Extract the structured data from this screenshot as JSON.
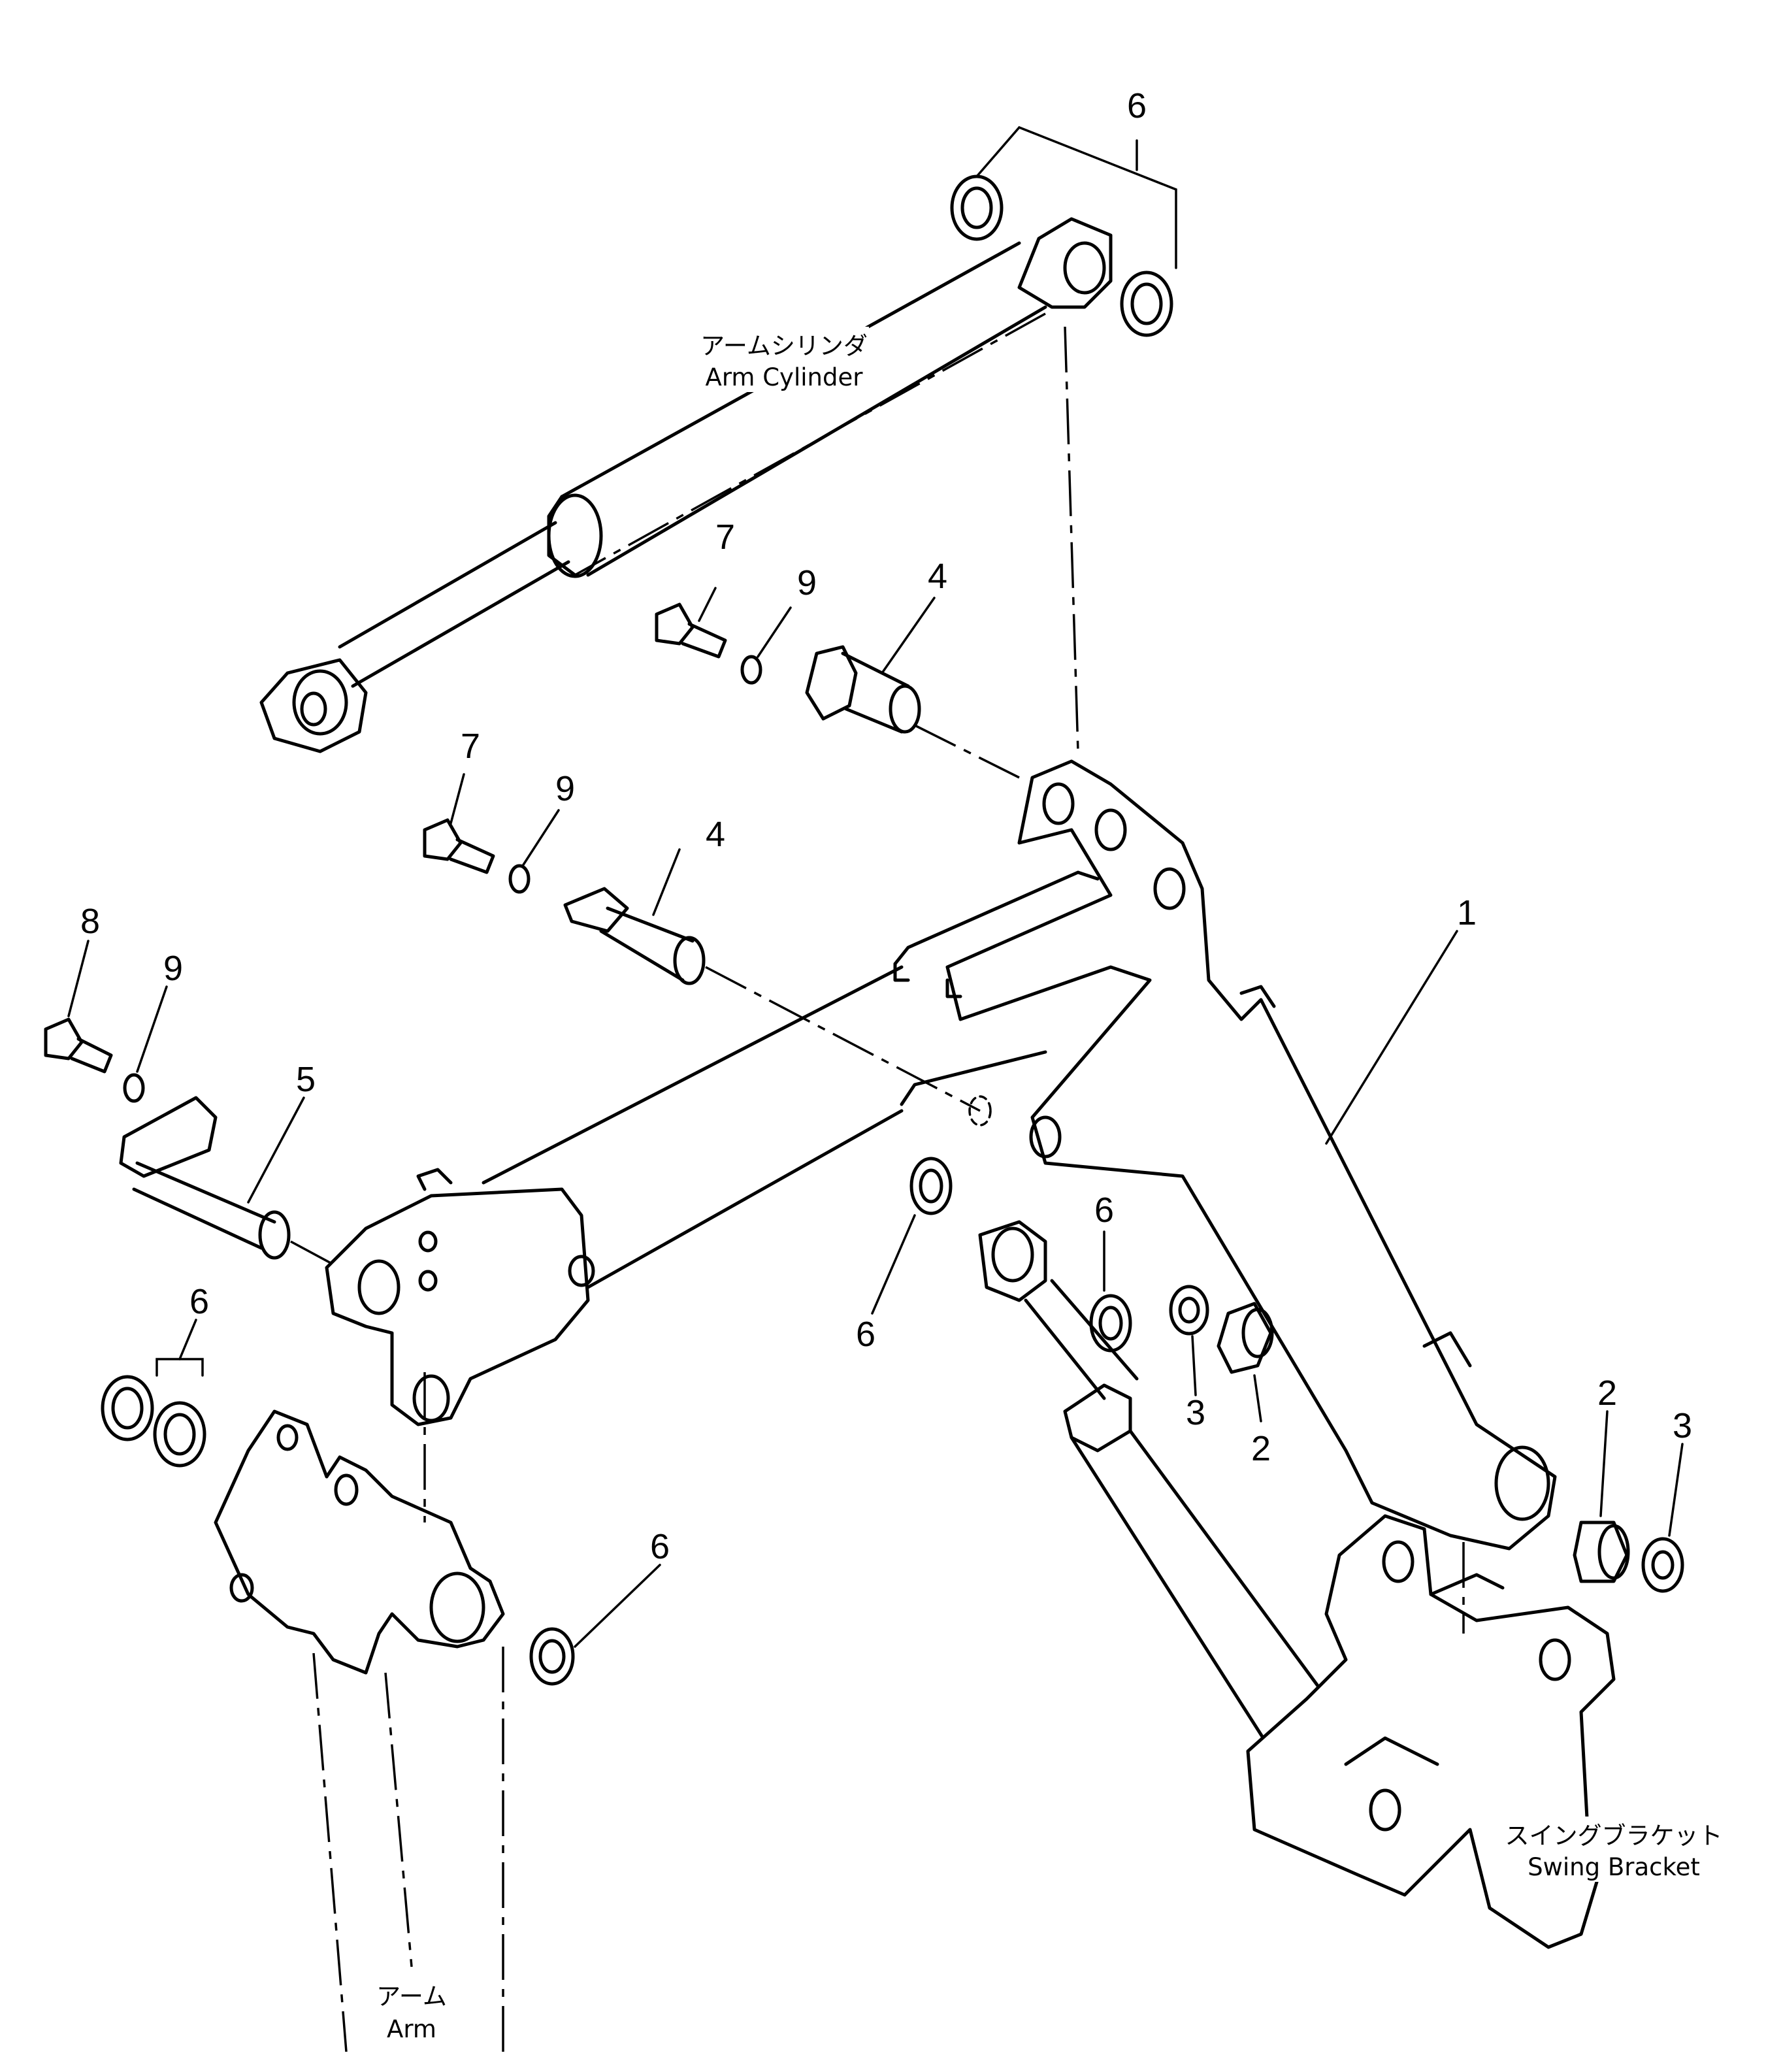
{
  "labels": {
    "arm_cylinder_jp": "アームシリンダ",
    "arm_cylinder_en": "Arm Cylinder",
    "arm_jp": "アーム",
    "arm_en": "Arm",
    "swing_bracket_jp": "スイングブラケット",
    "swing_bracket_en": "Swing Bracket"
  },
  "callouts": {
    "c6_top": "6",
    "c7_a": "7",
    "c9_a": "9",
    "c4_a": "4",
    "c7_b": "7",
    "c9_b": "9",
    "c4_b": "4",
    "c8": "8",
    "c9_c": "9",
    "c5": "5",
    "c1": "1",
    "c6_left": "6",
    "c6_mid": "6",
    "c6_midlow": "6",
    "c6_low": "6",
    "c3_a": "3",
    "c2_a": "2",
    "c2_b": "2",
    "c3_b": "3"
  }
}
